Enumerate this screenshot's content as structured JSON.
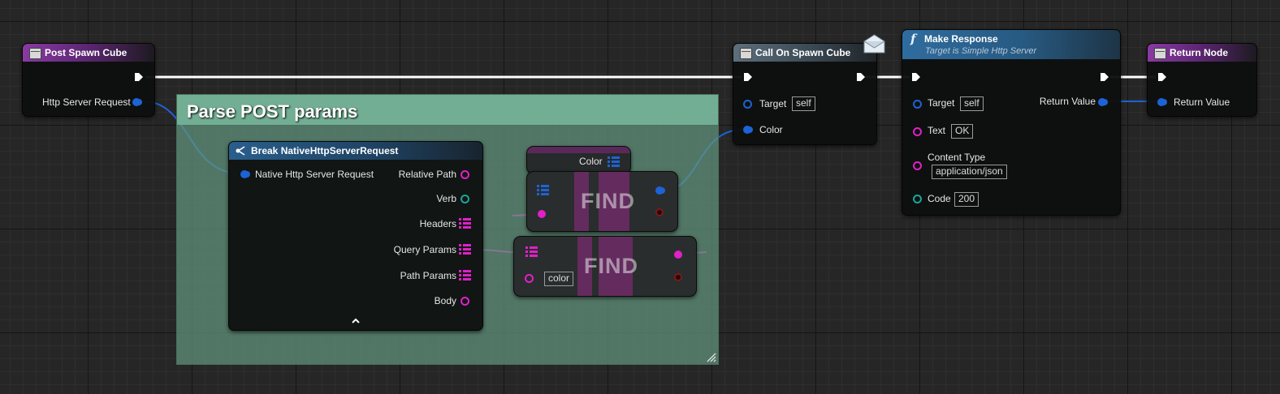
{
  "post_spawn": {
    "title": "Post Spawn Cube",
    "out_label": "Http Server Request"
  },
  "comment": {
    "title": "Parse POST params"
  },
  "break_node": {
    "title": "Break NativeHttpServerRequest",
    "in_label": "Native Http Server Request",
    "outs": [
      "Relative Path",
      "Verb",
      "Headers",
      "Query Params",
      "Path Params",
      "Body"
    ],
    "collapse_icon": "chevron-up-icon"
  },
  "color_node": {
    "label": "Color"
  },
  "find1": {
    "label": "FIND"
  },
  "find2": {
    "label": "FIND",
    "key_value": "color"
  },
  "call_spawn": {
    "title": "Call On Spawn Cube",
    "target_label": "Target",
    "target_value": "self",
    "color_label": "Color",
    "badge_icon": "envelope-icon"
  },
  "make_response": {
    "title": "Make Response",
    "subtitle": "Target is Simple Http Server",
    "function_icon": "function-icon",
    "target_label": "Target",
    "target_value": "self",
    "text_label": "Text",
    "text_value": "OK",
    "content_type_label": "Content Type",
    "content_type_value": "application/json",
    "code_label": "Code",
    "code_value": "200",
    "return_label": "Return Value"
  },
  "return_node": {
    "title": "Return Node",
    "return_label": "Return Value"
  },
  "colors": {
    "exec_wire": "#ffffff",
    "struct_blue": "#1d63d6",
    "string_magenta": "#e020c8",
    "comment_green": "#63967e"
  }
}
